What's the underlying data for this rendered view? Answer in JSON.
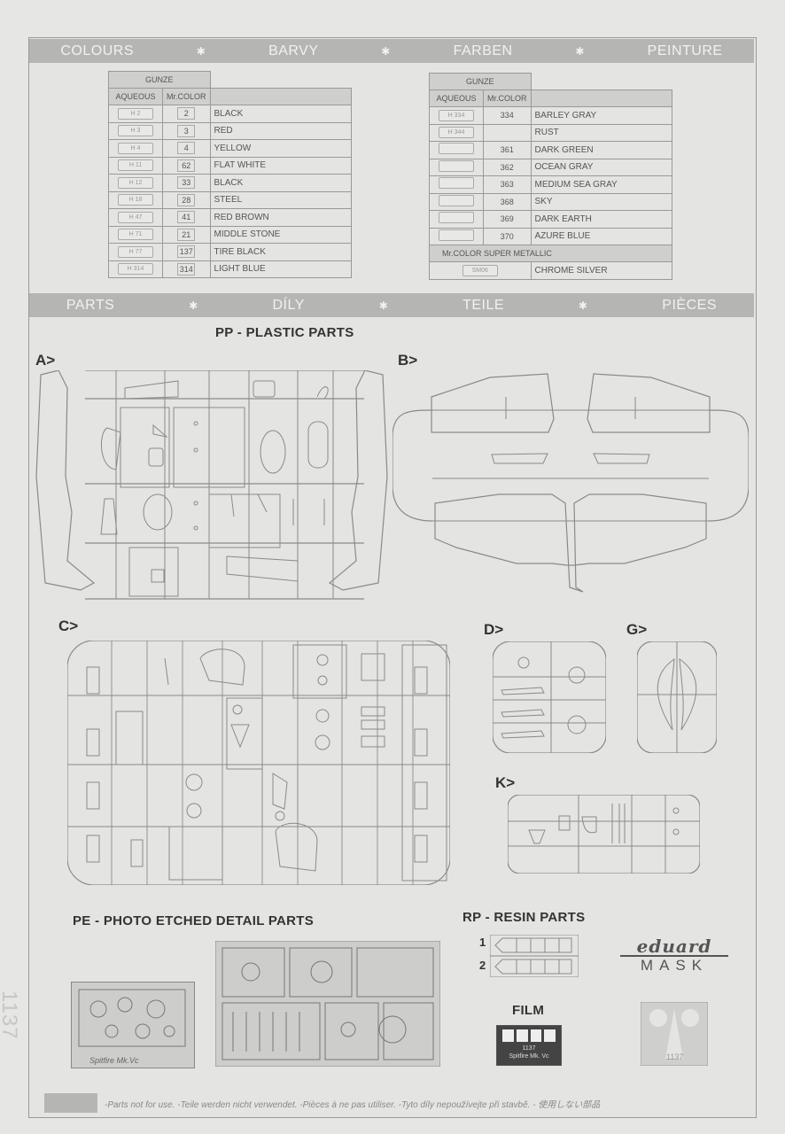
{
  "colours_band": [
    "COLOURS",
    "BARVY",
    "FARBEN",
    "PEINTURE"
  ],
  "parts_band": [
    "PARTS",
    "DÍLY",
    "TEILE",
    "PIÈCES"
  ],
  "band_star": "✱",
  "paint_header": {
    "brand": "GUNZE",
    "aqueous": "AQUEOUS",
    "mrcolor": "Mr.COLOR"
  },
  "paints_left": [
    {
      "aq": "H 2",
      "mr": "2",
      "name": "BLACK"
    },
    {
      "aq": "H 3",
      "mr": "3",
      "name": "RED"
    },
    {
      "aq": "H 4",
      "mr": "4",
      "name": "YELLOW"
    },
    {
      "aq": "H 11",
      "mr": "62",
      "name": "FLAT WHITE"
    },
    {
      "aq": "H 12",
      "mr": "33",
      "name": "BLACK"
    },
    {
      "aq": "H 18",
      "mr": "28",
      "name": "STEEL"
    },
    {
      "aq": "H 47",
      "mr": "41",
      "name": "RED BROWN"
    },
    {
      "aq": "H 71",
      "mr": "21",
      "name": "MIDDLE STONE"
    },
    {
      "aq": "H 77",
      "mr": "137",
      "name": "TIRE BLACK"
    },
    {
      "aq": "H 314",
      "mr": "314",
      "name": "LIGHT BLUE"
    }
  ],
  "paints_right": [
    {
      "aq": "H 334",
      "mr": "334",
      "name": "BARLEY GRAY"
    },
    {
      "aq": "H 344",
      "mr": "",
      "name": "RUST"
    },
    {
      "aq": "",
      "mr": "361",
      "name": "DARK GREEN"
    },
    {
      "aq": "",
      "mr": "362",
      "name": "OCEAN GRAY"
    },
    {
      "aq": "",
      "mr": "363",
      "name": "MEDIUM SEA GRAY"
    },
    {
      "aq": "",
      "mr": "368",
      "name": "SKY"
    },
    {
      "aq": "",
      "mr": "369",
      "name": "DARK EARTH"
    },
    {
      "aq": "",
      "mr": "370",
      "name": "AZURE BLUE"
    }
  ],
  "super_metallic": {
    "title": "Mr.COLOR SUPER METALLIC",
    "code": "SM06",
    "name": "CHROME SILVER"
  },
  "sections": {
    "plastic": "PP - PLASTIC PARTS",
    "photo_etched": "PE - PHOTO ETCHED DETAIL PARTS",
    "resin": "RP - RESIN PARTS",
    "film": "FILM",
    "mask_brand": "eduard",
    "mask_word": "MASK"
  },
  "sprue_labels": {
    "a": "A>",
    "b": "B>",
    "c": "C>",
    "d": "D>",
    "g": "G>",
    "k": "K>"
  },
  "resin_items": [
    "1",
    "2"
  ],
  "pe_fret_label": "Spitfire Mk.Vc",
  "film_label": {
    "number": "1137",
    "name": "Spitfire Mk. Vc"
  },
  "mask_number": "1137",
  "side_number": "1137",
  "footer_text": "-Parts not for use. -Teile werden nicht verwendet. -Pièces à ne pas utiliser. -Tyto díly nepoužívejte při stavbě. - 使用しない部品"
}
